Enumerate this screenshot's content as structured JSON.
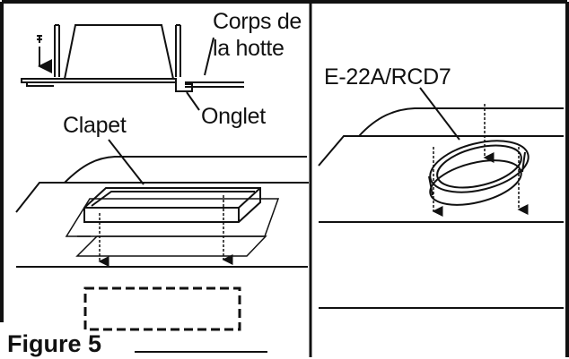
{
  "labels": {
    "hood_body_line1": "Corps de",
    "hood_body_line2": "la hotte",
    "damper": "Clapet",
    "tab": "Onglet",
    "model": "E-22A/RCD7"
  },
  "caption": "Figure 5",
  "colors": {
    "ink": "#111111",
    "background": "#ffffff"
  },
  "icons": [
    "screw-icon",
    "down-arrow-icon"
  ]
}
